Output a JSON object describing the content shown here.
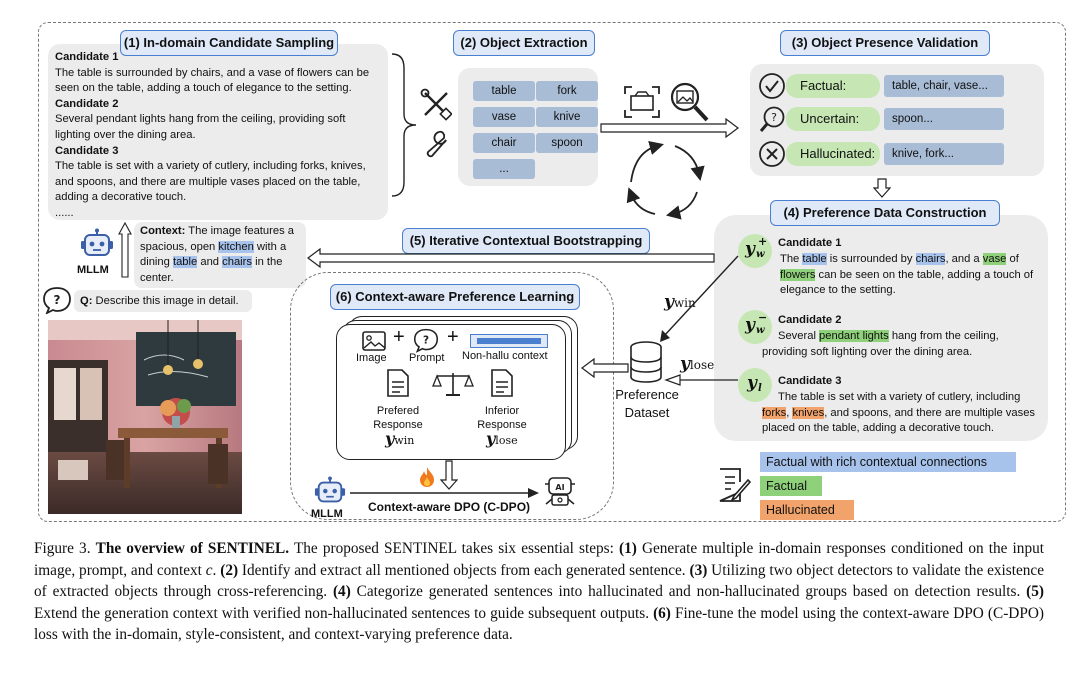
{
  "step1": {
    "title": "(1) In-domain Candidate Sampling",
    "c1_label": "Candidate 1",
    "c1_text": "The table is surrounded by chairs, and a vase of flowers can be seen on the table, adding a touch of elegance to the setting.",
    "c2_label": "Candidate 2",
    "c2_text": "Several pendant lights hang from the ceiling, providing soft lighting over the dining area.",
    "c3_label": "Candidate 3",
    "c3_text": "The table is set with a variety of cutlery, including forks, knives, and spoons, and there are multiple vases placed on the table, adding a decorative touch.",
    "ellipsis": "......"
  },
  "step2": {
    "title": "(2) Object Extraction",
    "objects": [
      "table",
      "fork",
      "vase",
      "knive",
      "chair",
      "spoon",
      "..."
    ]
  },
  "step3": {
    "title": "(3) Object Presence Validation",
    "factual_label": "Factual:",
    "factual_value": "table, chair, vase...",
    "uncertain_label": "Uncertain:",
    "uncertain_value": "spoon...",
    "hallucinated_label": "Hallucinated:",
    "hallucinated_value": "knive, fork..."
  },
  "step4": {
    "title": "(4) Preference Data Construction",
    "c1_label": "Candidate 1",
    "c1_t1": "The ",
    "c1_h1": "table",
    "c1_t2": " is surrounded by ",
    "c1_h2": "chairs",
    "c1_t3": ", and a ",
    "c1_h3": "vase",
    "c1_t4": " of ",
    "c1_h4": "flowers",
    "c1_t5": " can be seen on the table, adding a touch of elegance to the setting.",
    "c2_label": "Candidate 2",
    "c2_t1": "Several ",
    "c2_h1": "pendant lights",
    "c2_t2": " hang from the ceiling, providing soft lighting over the dining area.",
    "c3_label": "Candidate 3",
    "c3_t1": "The table is set with a variety of cutlery, including ",
    "c3_h1": "forks",
    "c3_t2": ", ",
    "c3_h2": "knives",
    "c3_t3": ", and spoons, and there are multiple vases placed on the table, adding a decorative touch."
  },
  "step5": {
    "title": "(5) Iterative Contextual Bootstrapping"
  },
  "step6": {
    "title": "(6) Context-aware Preference Learning",
    "image_label": "Image",
    "prompt_label": "Prompt",
    "context_label": "Non-hallu context",
    "preferred_label": "Prefered Response",
    "inferior_label": "Inferior Response",
    "dpo_label": "Context-aware DPO (C-DPO)"
  },
  "context": {
    "label": "Context:",
    "t1": " The image features a spacious, open ",
    "h1": "kitchen",
    "t2": " with a dining ",
    "h2": "table",
    "t3": " and ",
    "h3": "chairs",
    "t4": " in the center."
  },
  "question": {
    "label": "Q:",
    "text": " Describe this image in detail."
  },
  "mllm_label": "MLLM",
  "dataset_label": "Preference Dataset",
  "math": {
    "y_win_base": "y",
    "y_win_sub": "win",
    "y_lose_base": "y",
    "y_lose_sub": "lose",
    "yw_plus_base": "y",
    "yw_plus_sub": "w",
    "yw_plus_sup": "+",
    "yw_minus_base": "y",
    "yw_minus_sub": "w",
    "yw_minus_sup": "−",
    "yl_base": "y",
    "yl_sub": "l"
  },
  "legend": {
    "rich": "Factual with rich contextual connections",
    "factual": "Factual",
    "hallucinated": "Hallucinated"
  },
  "colors": {
    "accent_blue": "#4a7fd0",
    "pill_fill": "#dfe9f8",
    "highlight_blue": "#a7c3ec",
    "highlight_green": "#8fd07a",
    "highlight_orange": "#f2a36b"
  },
  "caption": {
    "figure": "Figure 3.",
    "bold_title": "The overview of SENTINEL.",
    "intro": " The proposed SENTINEL takes six essential steps: ",
    "s1n": "(1)",
    "s1": " Generate multiple in-domain responses conditioned on the input image, prompt, and context ",
    "c_var": "c",
    "s1_end": ". ",
    "s2n": "(2)",
    "s2": " Identify and extract all mentioned objects from each generated sentence. ",
    "s3n": "(3)",
    "s3": " Utilizing two object detectors to validate the existence of extracted objects through cross-referencing. ",
    "s4n": "(4)",
    "s4": " Categorize generated sentences into hallucinated and non-hallucinated groups based on detection results. ",
    "s5n": "(5)",
    "s5": " Extend the generation context with verified non-hallucinated sentences to guide subsequent outputs. ",
    "s6n": "(6)",
    "s6": " Fine-tune the model using the context-aware DPO (C-DPO) loss with the in-domain, style-consistent, and context-varying preference data."
  }
}
